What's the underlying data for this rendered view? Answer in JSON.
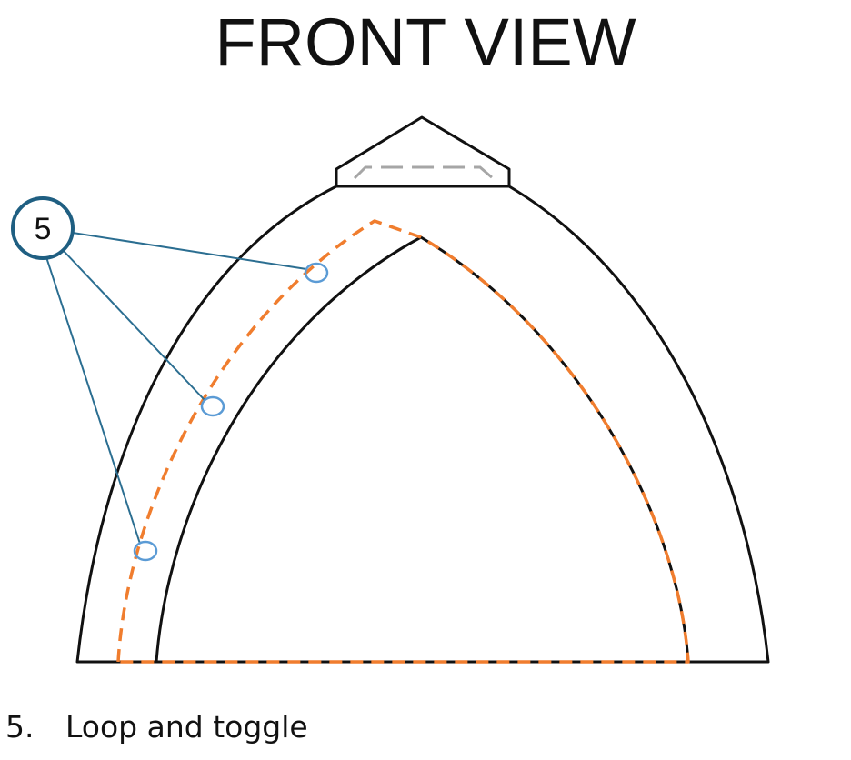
{
  "title": "FRONT VIEW",
  "callout": {
    "number": "5"
  },
  "legend": [
    {
      "number": "5.",
      "label": "Loop and toggle"
    }
  ],
  "colors": {
    "outline": "#111111",
    "stitch_line": "#f07d2e",
    "callout_ring": "#1f5f82",
    "leader_line": "#2b6e91",
    "loop_marker": "#5b9bd5",
    "hidden_line": "#a6a6a6"
  }
}
